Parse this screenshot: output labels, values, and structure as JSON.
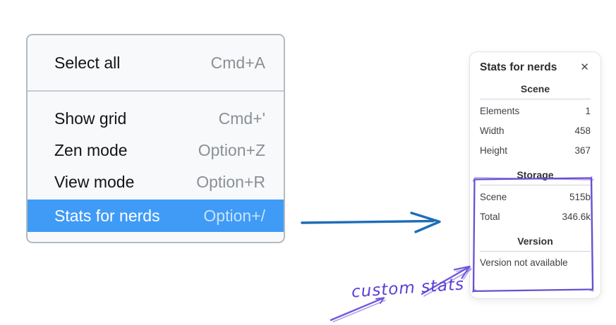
{
  "menu": {
    "items": [
      {
        "label": "Select all",
        "shortcut": "Cmd+A"
      },
      {
        "label": "Show grid",
        "shortcut": "Cmd+'"
      },
      {
        "label": "Zen mode",
        "shortcut": "Option+Z"
      },
      {
        "label": "View mode",
        "shortcut": "Option+R"
      },
      {
        "label": "Stats for nerds",
        "shortcut": "Option+/"
      }
    ],
    "highlighted_item": "Stats for nerds",
    "highlight_color": "#3f9bf6"
  },
  "stats_panel": {
    "title": "Stats for nerds",
    "close_icon": "✕",
    "scene_section": {
      "heading": "Scene",
      "rows": [
        {
          "label": "Elements",
          "value": "1"
        },
        {
          "label": "Width",
          "value": "458"
        },
        {
          "label": "Height",
          "value": "367"
        }
      ]
    },
    "storage_section": {
      "heading": "Storage",
      "rows": [
        {
          "label": "Scene",
          "value": "515b"
        },
        {
          "label": "Total",
          "value": "346.6k"
        }
      ]
    },
    "version_section": {
      "heading": "Version",
      "note": "Version not available"
    }
  },
  "annotations": {
    "label": "custom stats",
    "annotation_color": "#6741d9",
    "arrow_color": "#1d6db8"
  }
}
